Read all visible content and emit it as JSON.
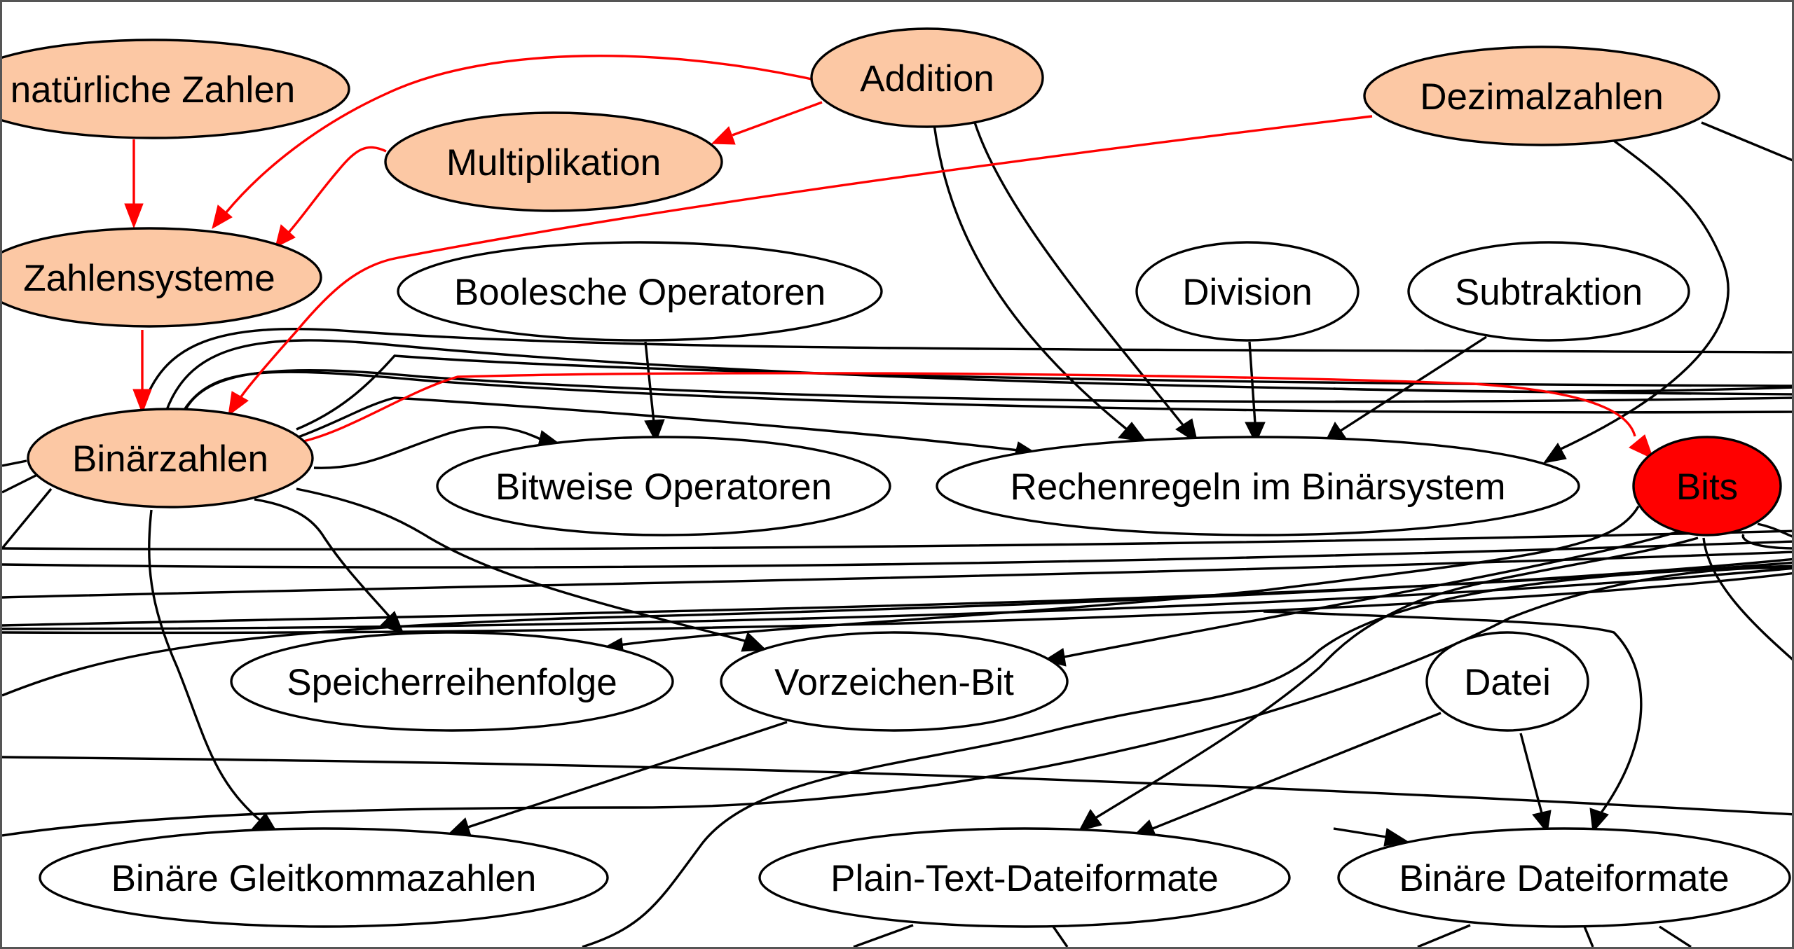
{
  "colors": {
    "highlight_fill": "#fcc8a4",
    "selected_fill": "#ff0000",
    "default_fill": "#ffffff",
    "prerequisite_edge": "#ff0000",
    "default_edge": "#000000"
  },
  "nodes": {
    "natuerliche_zahlen": {
      "label": "natürliche Zahlen",
      "state": "highlighted"
    },
    "addition": {
      "label": "Addition",
      "state": "highlighted"
    },
    "dezimalzahlen": {
      "label": "Dezimalzahlen",
      "state": "highlighted"
    },
    "multiplikation": {
      "label": "Multiplikation",
      "state": "highlighted"
    },
    "zahlensysteme": {
      "label": "Zahlensysteme",
      "state": "highlighted"
    },
    "boolesche_operatoren": {
      "label": "Boolesche Operatoren",
      "state": "default"
    },
    "division": {
      "label": "Division",
      "state": "default"
    },
    "subtraktion": {
      "label": "Subtraktion",
      "state": "default"
    },
    "binaerzahlen": {
      "label": "Binärzahlen",
      "state": "highlighted"
    },
    "bitweise_operatoren": {
      "label": "Bitweise Operatoren",
      "state": "default"
    },
    "rechenregeln": {
      "label": "Rechenregeln im Binärsystem",
      "state": "default"
    },
    "bits": {
      "label": "Bits",
      "state": "selected"
    },
    "speicherreihenfolge": {
      "label": "Speicherreihenfolge",
      "state": "default"
    },
    "vorzeichen_bit": {
      "label": "Vorzeichen-Bit",
      "state": "default"
    },
    "datei": {
      "label": "Datei",
      "state": "default"
    },
    "binaere_gleitkommazahlen": {
      "label": "Binäre Gleitkommazahlen",
      "state": "default"
    },
    "plain_text_dateiformate": {
      "label": "Plain-Text-Dateiformate",
      "state": "default"
    },
    "binaere_dateiformate": {
      "label": "Binäre Dateiformate",
      "state": "default"
    }
  },
  "edges": [
    {
      "from": "natuerliche_zahlen",
      "to": "zahlensysteme",
      "color": "red"
    },
    {
      "from": "addition",
      "to": "multiplikation",
      "color": "red"
    },
    {
      "from": "addition",
      "to": "zahlensysteme",
      "color": "red"
    },
    {
      "from": "multiplikation",
      "to": "zahlensysteme",
      "color": "red"
    },
    {
      "from": "zahlensysteme",
      "to": "binaerzahlen",
      "color": "red"
    },
    {
      "from": "dezimalzahlen",
      "to": "binaerzahlen",
      "color": "red"
    },
    {
      "from": "binaerzahlen",
      "to": "bits",
      "color": "red"
    },
    {
      "from": "addition",
      "to": "rechenregeln",
      "color": "black"
    },
    {
      "from": "addition",
      "to": "rechenregeln",
      "color": "black"
    },
    {
      "from": "dezimalzahlen",
      "to": "rechenregeln",
      "color": "black"
    },
    {
      "from": "boolesche_operatoren",
      "to": "bitweise_operatoren",
      "color": "black"
    },
    {
      "from": "division",
      "to": "rechenregeln",
      "color": "black"
    },
    {
      "from": "subtraktion",
      "to": "rechenregeln",
      "color": "black"
    },
    {
      "from": "binaerzahlen",
      "to": "bitweise_operatoren",
      "color": "black"
    },
    {
      "from": "binaerzahlen",
      "to": "rechenregeln",
      "color": "black"
    },
    {
      "from": "binaerzahlen",
      "to": "speicherreihenfolge",
      "color": "black"
    },
    {
      "from": "binaerzahlen",
      "to": "vorzeichen_bit",
      "color": "black"
    },
    {
      "from": "binaerzahlen",
      "to": "binaere_gleitkommazahlen",
      "color": "black"
    },
    {
      "from": "bits",
      "to": "speicherreihenfolge",
      "color": "black"
    },
    {
      "from": "bits",
      "to": "vorzeichen_bit",
      "color": "black"
    },
    {
      "from": "bits",
      "to": "plain_text_dateiformate",
      "color": "black"
    },
    {
      "from": "vorzeichen_bit",
      "to": "binaere_gleitkommazahlen",
      "color": "black"
    },
    {
      "from": "datei",
      "to": "plain_text_dateiformate",
      "color": "black"
    },
    {
      "from": "datei",
      "to": "binaere_dateiformate",
      "color": "black"
    },
    {
      "from": "bits",
      "to": "binaere_dateiformate",
      "color": "black"
    }
  ]
}
